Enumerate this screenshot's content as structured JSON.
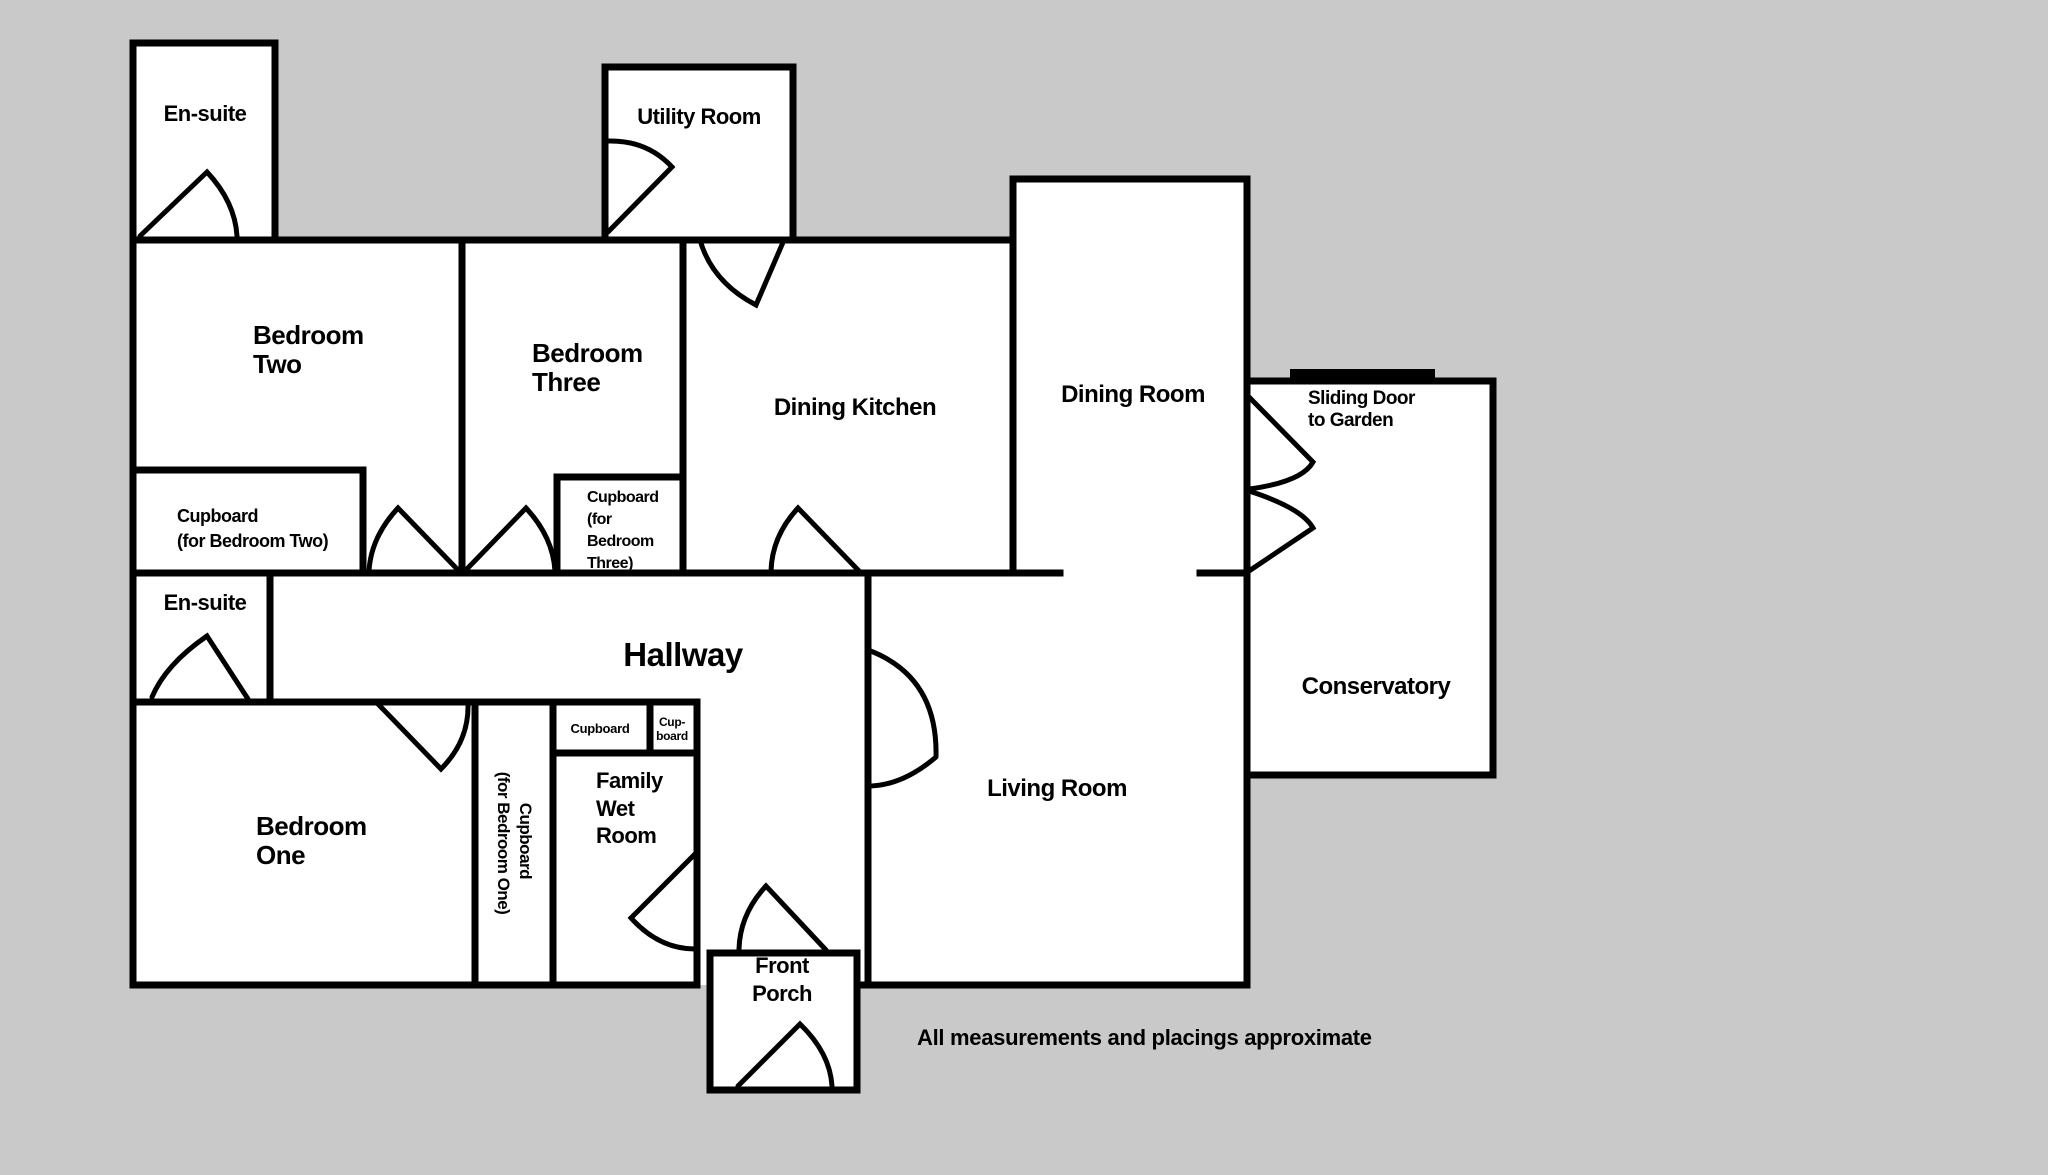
{
  "title": "Floor plan",
  "colors": {
    "background": "#c9c9c9",
    "floor": "#ffffff",
    "wall": "#000000"
  },
  "rooms": {
    "ensuite_top": {
      "label": "En-suite"
    },
    "utility_room": {
      "label": "Utility Room"
    },
    "bedroom_two": {
      "lines": [
        "Bedroom",
        "Two"
      ]
    },
    "bedroom_three": {
      "lines": [
        "Bedroom",
        "Three"
      ]
    },
    "dining_kitchen": {
      "label": "Dining Kitchen"
    },
    "dining_room": {
      "label": "Dining Room"
    },
    "conservatory": {
      "label": "Conservatory"
    },
    "sliding_door": {
      "lines": [
        "Sliding Door",
        "to Garden"
      ]
    },
    "hallway": {
      "label": "Hallway"
    },
    "ensuite_bottom": {
      "label": "En-suite"
    },
    "bedroom_one": {
      "lines": [
        "Bedroom",
        "One"
      ]
    },
    "living_room": {
      "label": "Living Room"
    },
    "family_wet_room": {
      "lines": [
        "Family",
        "Wet",
        "Room"
      ]
    },
    "front_porch": {
      "lines": [
        "Front",
        "Porch"
      ]
    }
  },
  "cupboards": {
    "for_bedroom_two": {
      "lines": [
        "Cupboard",
        "(for Bedroom Two)"
      ]
    },
    "for_bedroom_three": {
      "lines": [
        "Cupboard",
        "(for",
        "Bedroom",
        "Three)"
      ]
    },
    "for_bedroom_one": {
      "lines": [
        "Cupboard",
        "(for Bedroom One)"
      ]
    },
    "hall_large": {
      "label": "Cupboard"
    },
    "hall_small": {
      "lines": [
        "Cup-",
        "board"
      ]
    }
  },
  "note": "All measurements and placings approximate"
}
